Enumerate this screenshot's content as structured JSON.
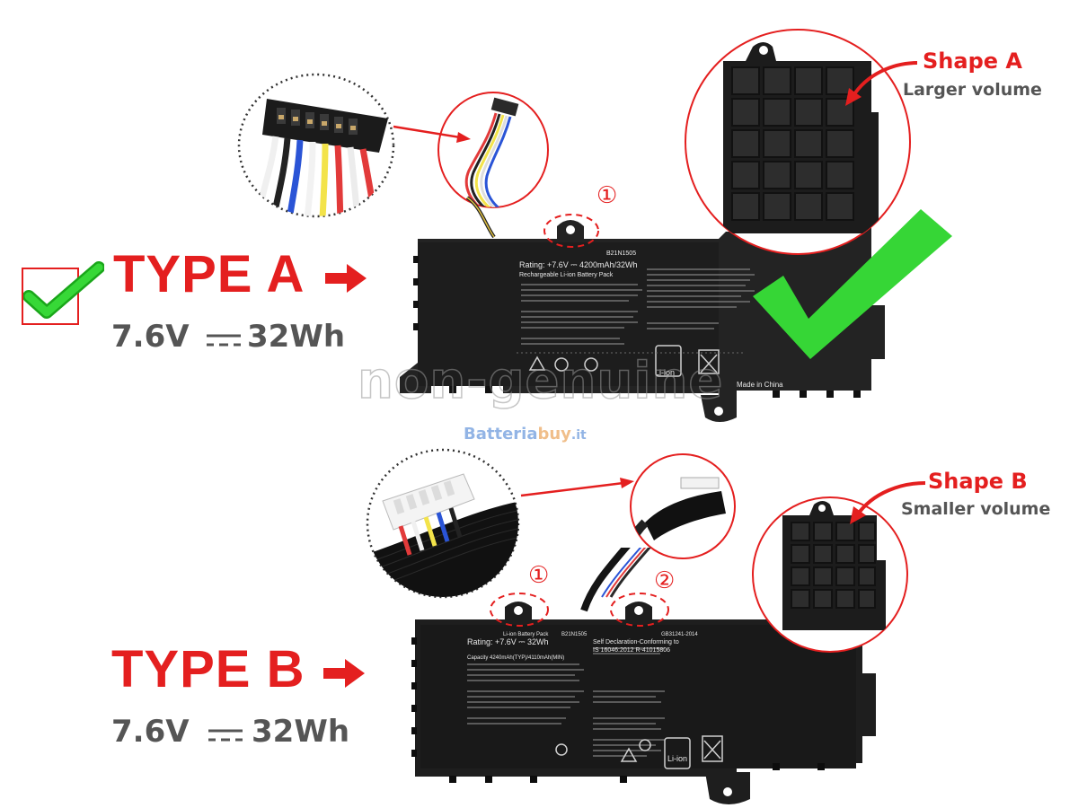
{
  "colors": {
    "red": "#e41f1f",
    "green": "#2fd12f",
    "gray_text": "#555555",
    "battery": "#1f1f1f",
    "brand_blue": "#3a78d0",
    "brand_orange": "#e58a2b"
  },
  "type_a": {
    "title": "TYPE A",
    "voltage": "7.6V",
    "capacity": "32Wh",
    "shape_title": "Shape A",
    "shape_sub": "Larger volume",
    "marker": "①",
    "label": {
      "rating": "Rating: +7.6V ⎓ 4200mAh/32Wh",
      "model": "B21N1505",
      "pack": "Rechargeable Li-ion Battery Pack",
      "made_in": "Made in China",
      "li_ion": "Li-ion"
    },
    "checked": true
  },
  "type_b": {
    "title": "TYPE B",
    "voltage": "7.6V",
    "capacity": "32Wh",
    "shape_title": "Shape B",
    "shape_sub": "Smaller volume",
    "marker_1": "①",
    "marker_2": "②",
    "label": {
      "rating": "Rating: +7.6V ⎓ 32Wh",
      "pack": "Li-ion Battery Pack",
      "model": "B21N1505",
      "capacity": "Capacity 4240mAh(TYP)/4110mAh(MIN)",
      "declaration": "Self Declaration-Conforming to",
      "standard": "IS 16046:2012 R-41015806",
      "gb": "GB31241-2014",
      "li_ion": "Li-ion"
    }
  },
  "watermark": "non-genuine",
  "brand": {
    "part1": "Batteria",
    "part2": "buy",
    "part3": ".it"
  }
}
